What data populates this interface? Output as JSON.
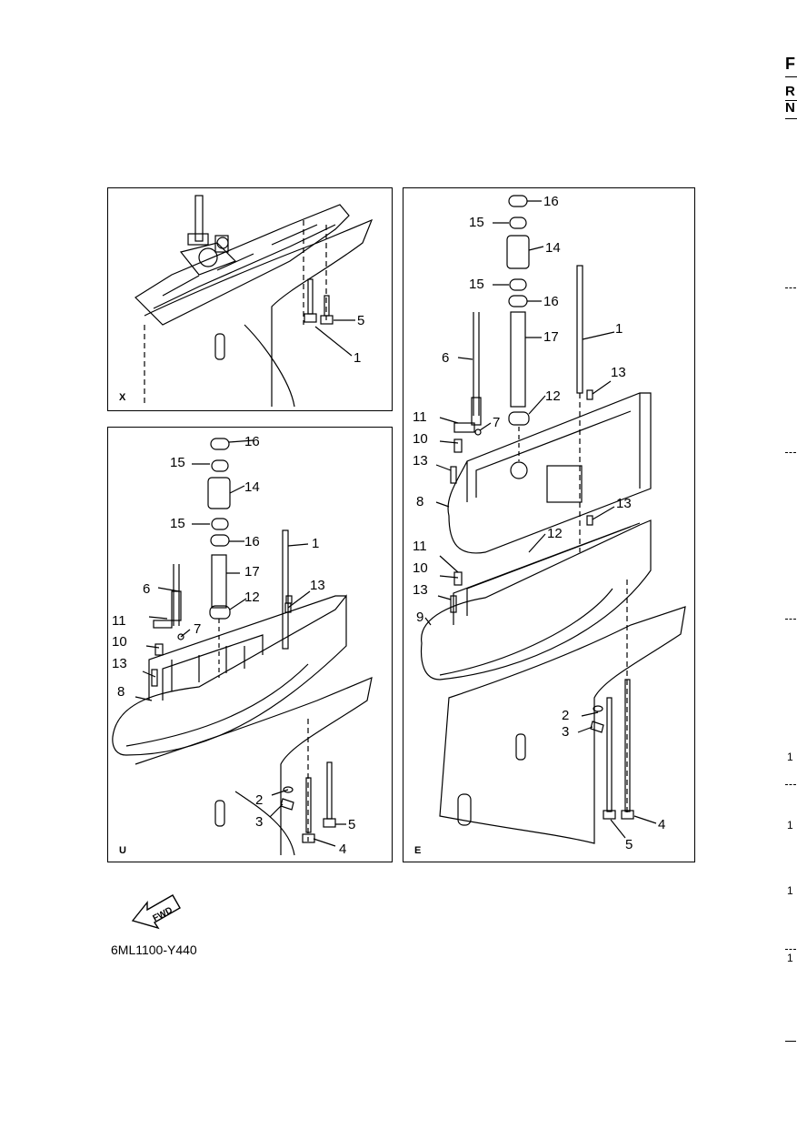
{
  "page_header": {
    "letters": [
      "F",
      "R",
      "N"
    ]
  },
  "panels": {
    "x": {
      "tag": "X",
      "callouts": [
        "5",
        "1"
      ]
    },
    "u": {
      "tag": "U",
      "callouts": [
        "16",
        "15",
        "14",
        "15",
        "16",
        "1",
        "6",
        "17",
        "13",
        "12",
        "11",
        "7",
        "10",
        "13",
        "8",
        "2",
        "3",
        "5",
        "4"
      ]
    },
    "e": {
      "tag": "E",
      "callouts": [
        "16",
        "15",
        "14",
        "15",
        "16",
        "6",
        "17",
        "1",
        "13",
        "12",
        "11",
        "7",
        "10",
        "13",
        "8",
        "13",
        "12",
        "11",
        "10",
        "13",
        "9",
        "2",
        "3",
        "4",
        "5"
      ]
    }
  },
  "fwd_arrow": {
    "label": "FWD"
  },
  "figure_code": "6ML1100-Y440",
  "margin_numbers": [
    "1",
    "1",
    "1",
    "1"
  ]
}
